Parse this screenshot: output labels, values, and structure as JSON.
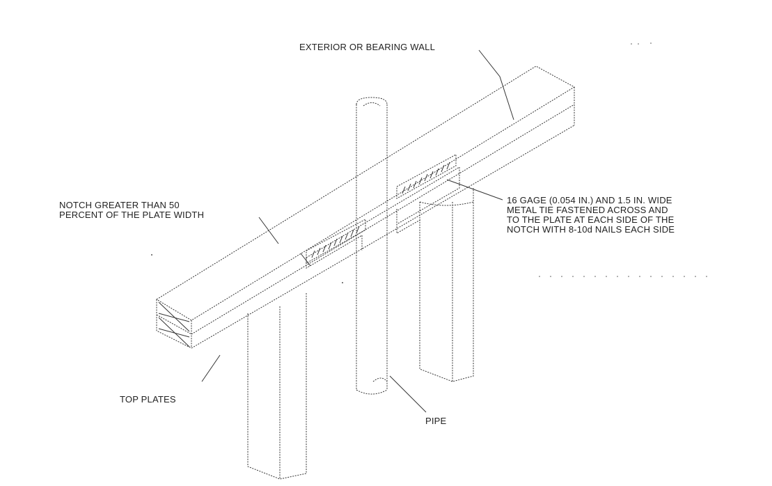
{
  "labels": {
    "wall": "EXTERIOR OR BEARING WALL",
    "notch_line1": "NOTCH GREATER THAN 50",
    "notch_line2": "PERCENT OF THE PLATE WIDTH",
    "tie_line1": "16 GAGE (0.054 IN.) AND 1.5 IN. WIDE",
    "tie_line2": "METAL TIE FASTENED ACROSS AND",
    "tie_line3": "TO THE PLATE AT EACH SIDE OF THE",
    "tie_line4": "NOTCH WITH 8-10d NAILS EACH SIDE",
    "top_plates": "TOP PLATES",
    "pipe": "PIPE"
  }
}
